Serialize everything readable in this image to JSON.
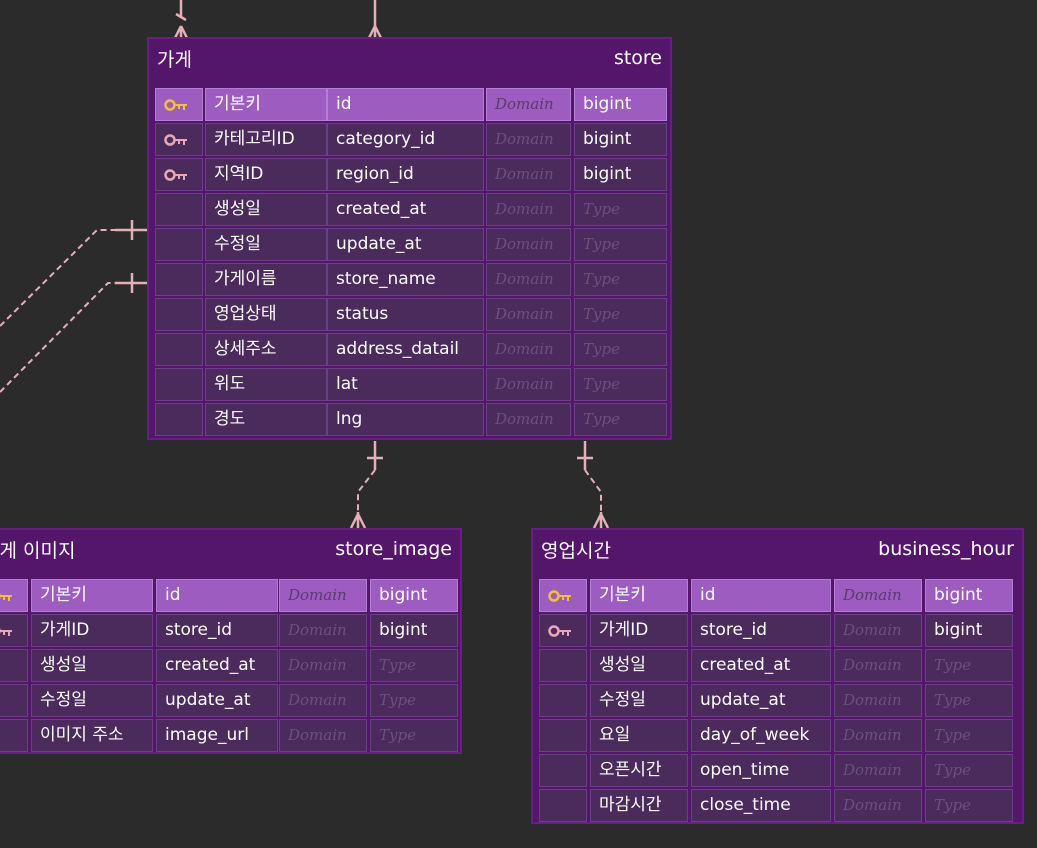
{
  "colors": {
    "background": "#2b2b2b",
    "entity_fill": "#54166b",
    "row_fill": "#4b2a5c",
    "pk_row_fill": "#9c5cc0",
    "primary_key_icon": "#f2c12e",
    "foreign_key_icon": "#e8a9b6",
    "relationship_line": "#e3b0b8"
  },
  "entities": [
    {
      "logical_name": "가게",
      "physical_name": "store",
      "rows": [
        {
          "key": "primary",
          "icon": "primary-key-icon",
          "logical": "기본키",
          "physical": "id",
          "domain": "Domain",
          "type": "bigint"
        },
        {
          "key": "foreign",
          "icon": "foreign-key-icon",
          "logical": "카테고리ID",
          "physical": "category_id",
          "domain": "Domain",
          "type": "bigint"
        },
        {
          "key": "foreign",
          "icon": "foreign-key-icon",
          "logical": "지역ID",
          "physical": "region_id",
          "domain": "Domain",
          "type": "bigint"
        },
        {
          "key": "none",
          "logical": "생성일",
          "physical": "created_at",
          "domain": "Domain",
          "type": "Type"
        },
        {
          "key": "none",
          "logical": "수정일",
          "physical": "update_at",
          "domain": "Domain",
          "type": "Type"
        },
        {
          "key": "none",
          "logical": "가게이름",
          "physical": "store_name",
          "domain": "Domain",
          "type": "Type"
        },
        {
          "key": "none",
          "logical": "영업상태",
          "physical": "status",
          "domain": "Domain",
          "type": "Type"
        },
        {
          "key": "none",
          "logical": "상세주소",
          "physical": "address_datail",
          "domain": "Domain",
          "type": "Type"
        },
        {
          "key": "none",
          "logical": "위도",
          "physical": "lat",
          "domain": "Domain",
          "type": "Type"
        },
        {
          "key": "none",
          "logical": "경도",
          "physical": "lng",
          "domain": "Domain",
          "type": "Type"
        }
      ]
    },
    {
      "logical_name": "가게 이미지",
      "physical_name": "store_image",
      "rows": [
        {
          "key": "primary",
          "icon": "primary-key-icon",
          "logical": "기본키",
          "physical": "id",
          "domain": "Domain",
          "type": "bigint"
        },
        {
          "key": "foreign",
          "icon": "foreign-key-icon",
          "logical": "가게ID",
          "physical": "store_id",
          "domain": "Domain",
          "type": "bigint"
        },
        {
          "key": "none",
          "logical": "생성일",
          "physical": "created_at",
          "domain": "Domain",
          "type": "Type"
        },
        {
          "key": "none",
          "logical": "수정일",
          "physical": "update_at",
          "domain": "Domain",
          "type": "Type"
        },
        {
          "key": "none",
          "logical": "이미지 주소",
          "physical": "image_url",
          "domain": "Domain",
          "type": "Type"
        }
      ]
    },
    {
      "logical_name": "영업시간",
      "physical_name": "business_hour",
      "rows": [
        {
          "key": "primary",
          "icon": "primary-key-icon",
          "logical": "기본키",
          "physical": "id",
          "domain": "Domain",
          "type": "bigint"
        },
        {
          "key": "foreign",
          "icon": "foreign-key-icon",
          "logical": "가게ID",
          "physical": "store_id",
          "domain": "Domain",
          "type": "bigint"
        },
        {
          "key": "none",
          "logical": "생성일",
          "physical": "created_at",
          "domain": "Domain",
          "type": "Type"
        },
        {
          "key": "none",
          "logical": "수정일",
          "physical": "update_at",
          "domain": "Domain",
          "type": "Type"
        },
        {
          "key": "none",
          "logical": "요일",
          "physical": "day_of_week",
          "domain": "Domain",
          "type": "Type"
        },
        {
          "key": "none",
          "logical": "오픈시간",
          "physical": "open_time",
          "domain": "Domain",
          "type": "Type"
        },
        {
          "key": "none",
          "logical": "마감시간",
          "physical": "close_time",
          "domain": "Domain",
          "type": "Type"
        }
      ]
    }
  ]
}
